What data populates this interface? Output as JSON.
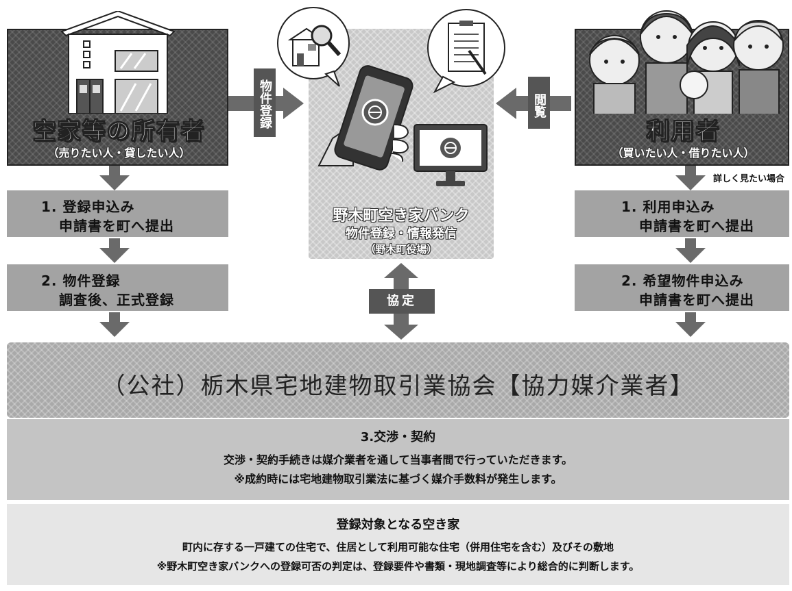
{
  "owner": {
    "title": "空家等の所有者",
    "subtitle": "（売りたい人・貸したい人）"
  },
  "user": {
    "title": "利用者",
    "subtitle": "（買いたい人・借りたい人）",
    "note": "詳しく見たい場合"
  },
  "arrows": {
    "register_label": "物件登録",
    "browse_label": "閲覧",
    "agreement_label": "協定"
  },
  "bank": {
    "title": "野木町空き家バンク",
    "subtitle": "物件登録・情報発信",
    "office": "（野木町役場）"
  },
  "owner_steps": [
    {
      "line1": "1. 登録申込み",
      "line2": "申請書を町へ提出"
    },
    {
      "line1": "2. 物件登録",
      "line2": "調査後、正式登録"
    }
  ],
  "user_steps": [
    {
      "line1": "1. 利用申込み",
      "line2": "申請書を町へ提出"
    },
    {
      "line1": "2. 希望物件申込み",
      "line2": "申請書を町へ提出"
    }
  ],
  "association": {
    "name": "（公社）栃木県宅地建物取引業協会【協力媒介業者】"
  },
  "negotiation": {
    "title": "3.交渉・契約",
    "line1": "交渉・契約手続きは媒介業者を通して当事者間で行っていただきます。",
    "line2": "※成約時には宅地建物取引業法に基づく媒介手数料が発生します。"
  },
  "target": {
    "title": "登録対象となる空き家",
    "line1": "町内に存する一戸建ての住宅で、住居として利用可能な住宅（併用住宅を含む）及びその敷地",
    "line2": "※野木町空き家バンクへの登録可否の判定は、登録要件や書類・現地調査等により総合的に判断します。"
  }
}
